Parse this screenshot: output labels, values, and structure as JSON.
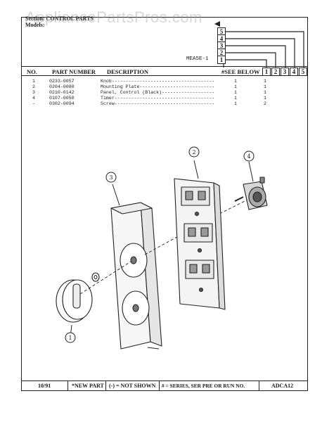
{
  "watermark": "AppliancePartsPros.com",
  "header": {
    "section_line": "Section: CONTROL PARTS",
    "models_line": "Models:",
    "model_code": "MEA5E-1"
  },
  "series_boxes": [
    "5",
    "4",
    "3",
    "2",
    "1"
  ],
  "table": {
    "col_no": "NO.",
    "col_part": "PART NUMBER",
    "col_desc": "DESCRIPTION",
    "col_see": "#SEE BELOW",
    "col_series": [
      "1",
      "2",
      "3",
      "4",
      "5"
    ],
    "rows": [
      {
        "no": "1",
        "part": "0233-0057",
        "desc": "Knob-------------------------------------",
        "qty": "1",
        "s1": "1"
      },
      {
        "no": "2",
        "part": "0204-0080",
        "desc": "Mounting Plate---------------------------",
        "qty": "1",
        "s1": "1"
      },
      {
        "no": "3",
        "part": "0210-0142",
        "desc": "Panel, Control (Black)-------------------",
        "qty": "1",
        "s1": "1"
      },
      {
        "no": "4",
        "part": "0107-0050",
        "desc": "Timer------------------------------------",
        "qty": "1",
        "s1": "1"
      },
      {
        "no": "-",
        "part": "0302-0094",
        "desc": "Screw------------------------------------",
        "qty": "1",
        "s1": "2"
      }
    ]
  },
  "callouts": [
    "1",
    "2",
    "3",
    "4"
  ],
  "footer": {
    "date": "10/91",
    "new_part": "*NEW PART",
    "not_shown": "(-) = NOT SHOWN",
    "series_note": "# = SERIES, SER PRE OR RUN NO.",
    "code": "ADCA12"
  }
}
